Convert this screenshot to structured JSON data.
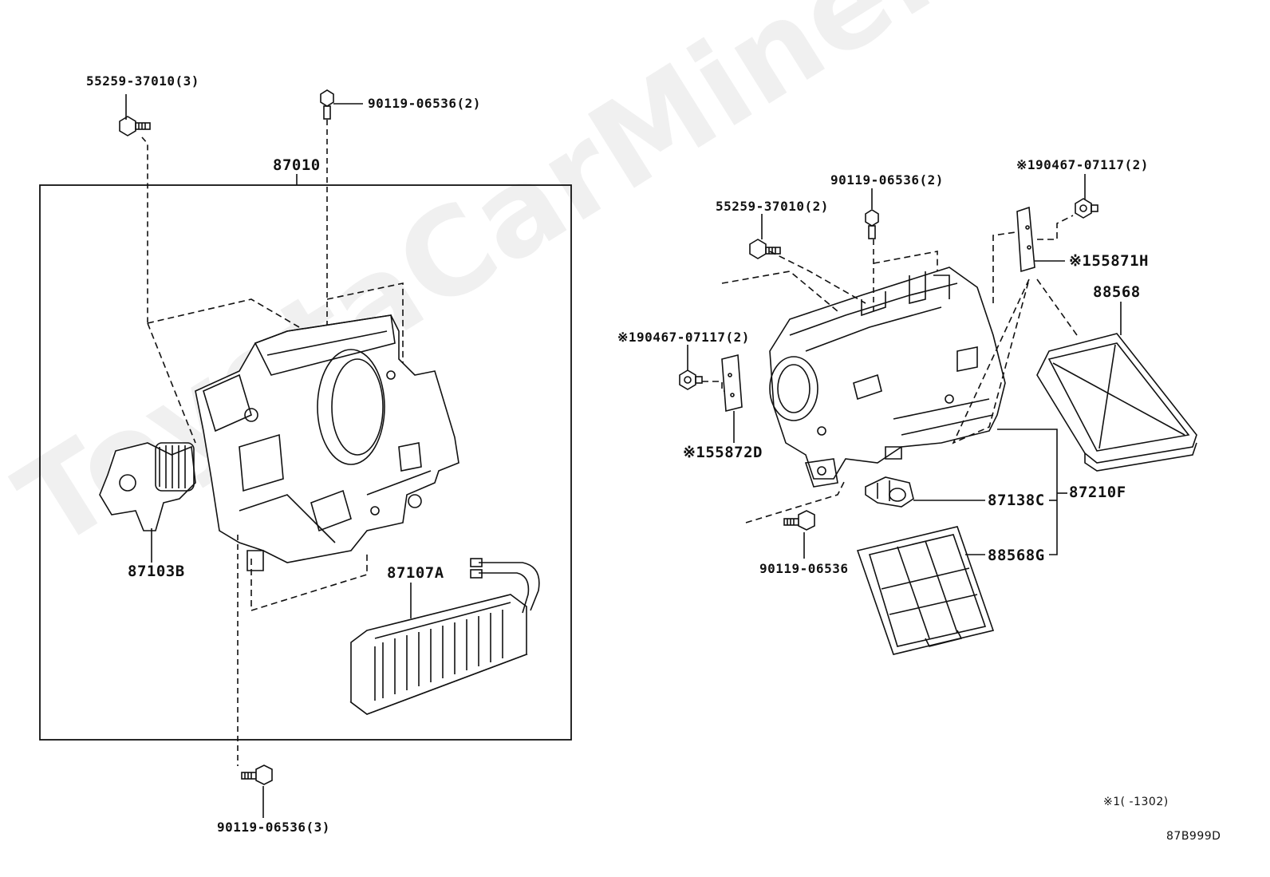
{
  "watermark": "ToyotaCarMine.ru",
  "labels": {
    "bolt_55259_3": "55259-37010(3)",
    "screw_90119_top": "90119-06536(2)",
    "unit_87010": "87010",
    "blower_87103b": "87103B",
    "heater_core_87107a": "87107A",
    "screw_90119_bottom": "90119-06536(3)",
    "screw_90119_right_top": "90119-06536(2)",
    "clip_90467_right": "※190467-07117(2)",
    "bolt_55259_2": "55259-37010(2)",
    "seal_55871h": "※155871H",
    "filter_88568": "88568",
    "clip_90467_left": "※190467-07117(2)",
    "seal_55872d": "※155872D",
    "resistor_87138c": "87138C",
    "assy_87210f": "87210F",
    "screw_90119_single": "90119-06536",
    "filter_88568g": "88568G",
    "footnote": "※1(   -1302)",
    "figure_code": "87B999D"
  }
}
